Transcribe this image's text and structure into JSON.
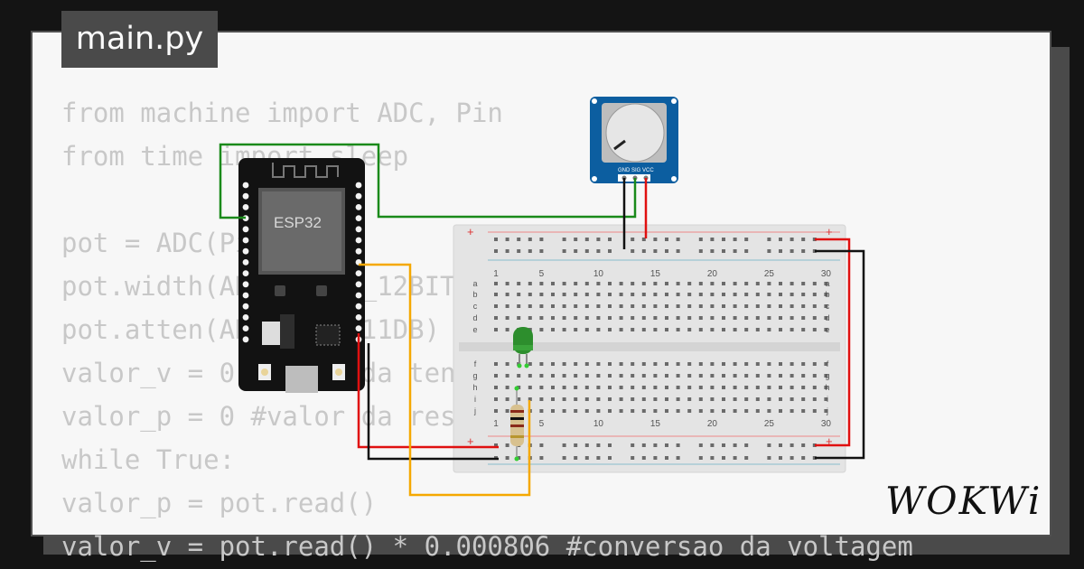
{
  "editor": {
    "filename": "main.py",
    "code_lines": [
      "from machine import ADC, Pin",
      "from time import sleep",
      "",
      "pot = ADC(Pin(34))",
      "pot.width(ADC.WIDTH_12BIT)",
      "pot.atten(ADC.ATTN_11DB)",
      "valor_v = 0 #valor da tensao",
      "valor_p = 0 #valor da resistencia",
      "while True:",
      "valor_p = pot.read()",
      "valor_v = pot.read() * 0.000806 #conversao da voltagem"
    ]
  },
  "circuit": {
    "mcu_label": "ESP32",
    "pot_pins": "GND SIG VCC",
    "breadboard_columns": [
      "1",
      "5",
      "10",
      "15",
      "20",
      "25",
      "30"
    ],
    "breadboard_rows_top": [
      "a",
      "b",
      "c",
      "d",
      "e"
    ],
    "breadboard_rows_bottom": [
      "f",
      "g",
      "h",
      "i",
      "j"
    ],
    "rail_plus": "+",
    "wire_colors": {
      "green": "#1a8a1a",
      "red": "#e01010",
      "black": "#111111",
      "orange": "#f5a800"
    }
  },
  "branding": {
    "logo": "WOKWi"
  }
}
